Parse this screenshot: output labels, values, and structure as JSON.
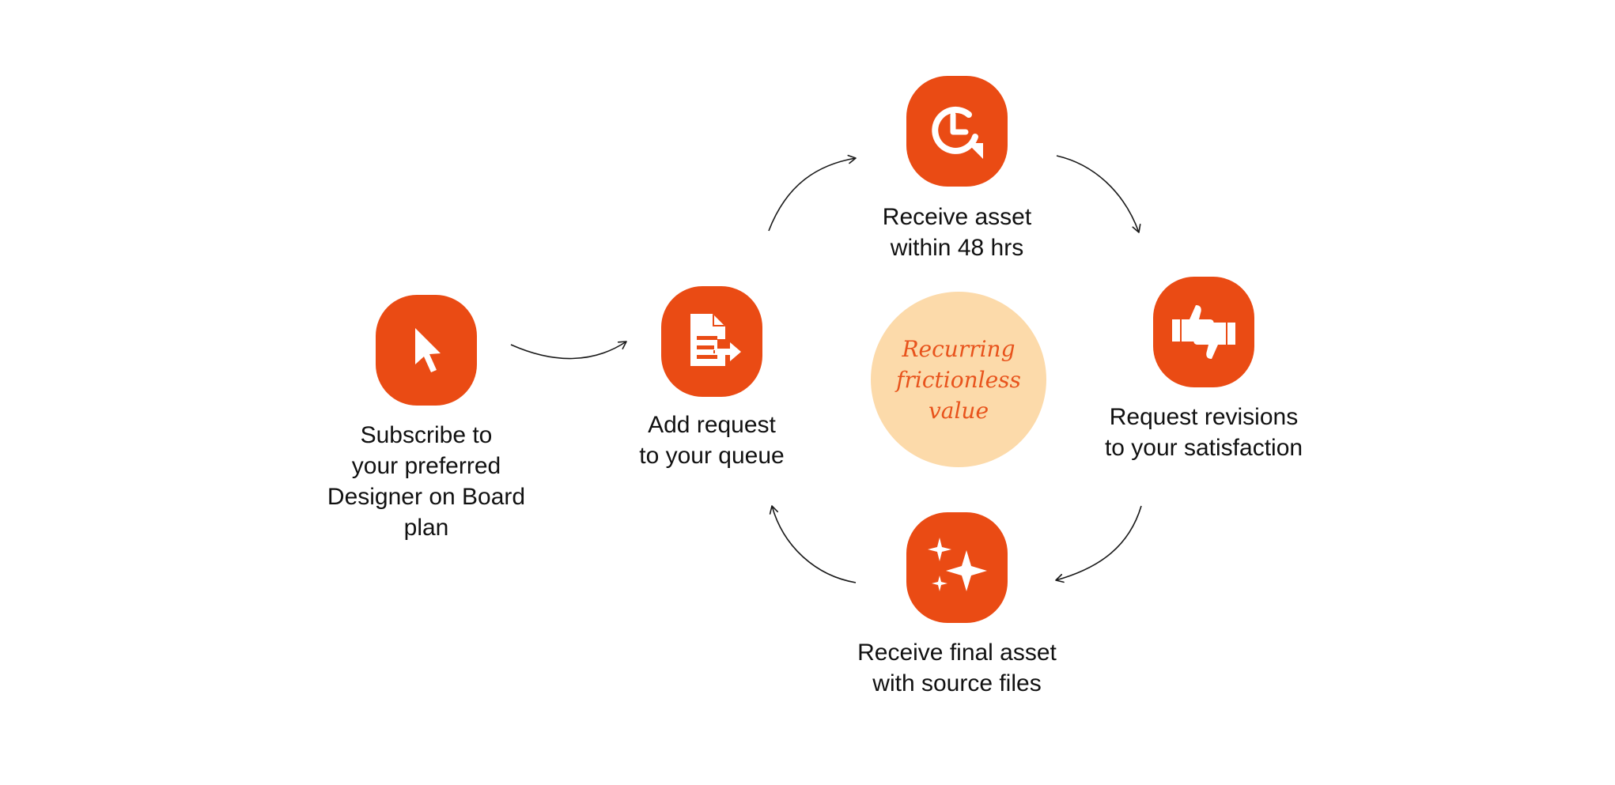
{
  "colors": {
    "accent": "#EA4B14",
    "center_fill": "#FCDAAA",
    "center_text": "#E8531C",
    "label_text": "#111111",
    "connector": "#1a1a1a",
    "background": "#ffffff"
  },
  "center": {
    "lines": [
      "Recurring",
      "frictionless",
      "value"
    ]
  },
  "steps": [
    {
      "icon": "cursor-icon",
      "lines": [
        "Subscribe to",
        "your preferred",
        "Designer on Board",
        "plan"
      ]
    },
    {
      "icon": "document-send-icon",
      "lines": [
        "Add request",
        "to your queue"
      ]
    },
    {
      "icon": "clock-refresh-icon",
      "lines": [
        "Receive asset",
        "within 48 hrs"
      ]
    },
    {
      "icon": "thumbs-up-down-icon",
      "lines": [
        "Request revisions",
        "to your satisfaction"
      ]
    },
    {
      "icon": "sparkles-icon",
      "lines": [
        "Receive final asset",
        "with source files"
      ]
    }
  ]
}
